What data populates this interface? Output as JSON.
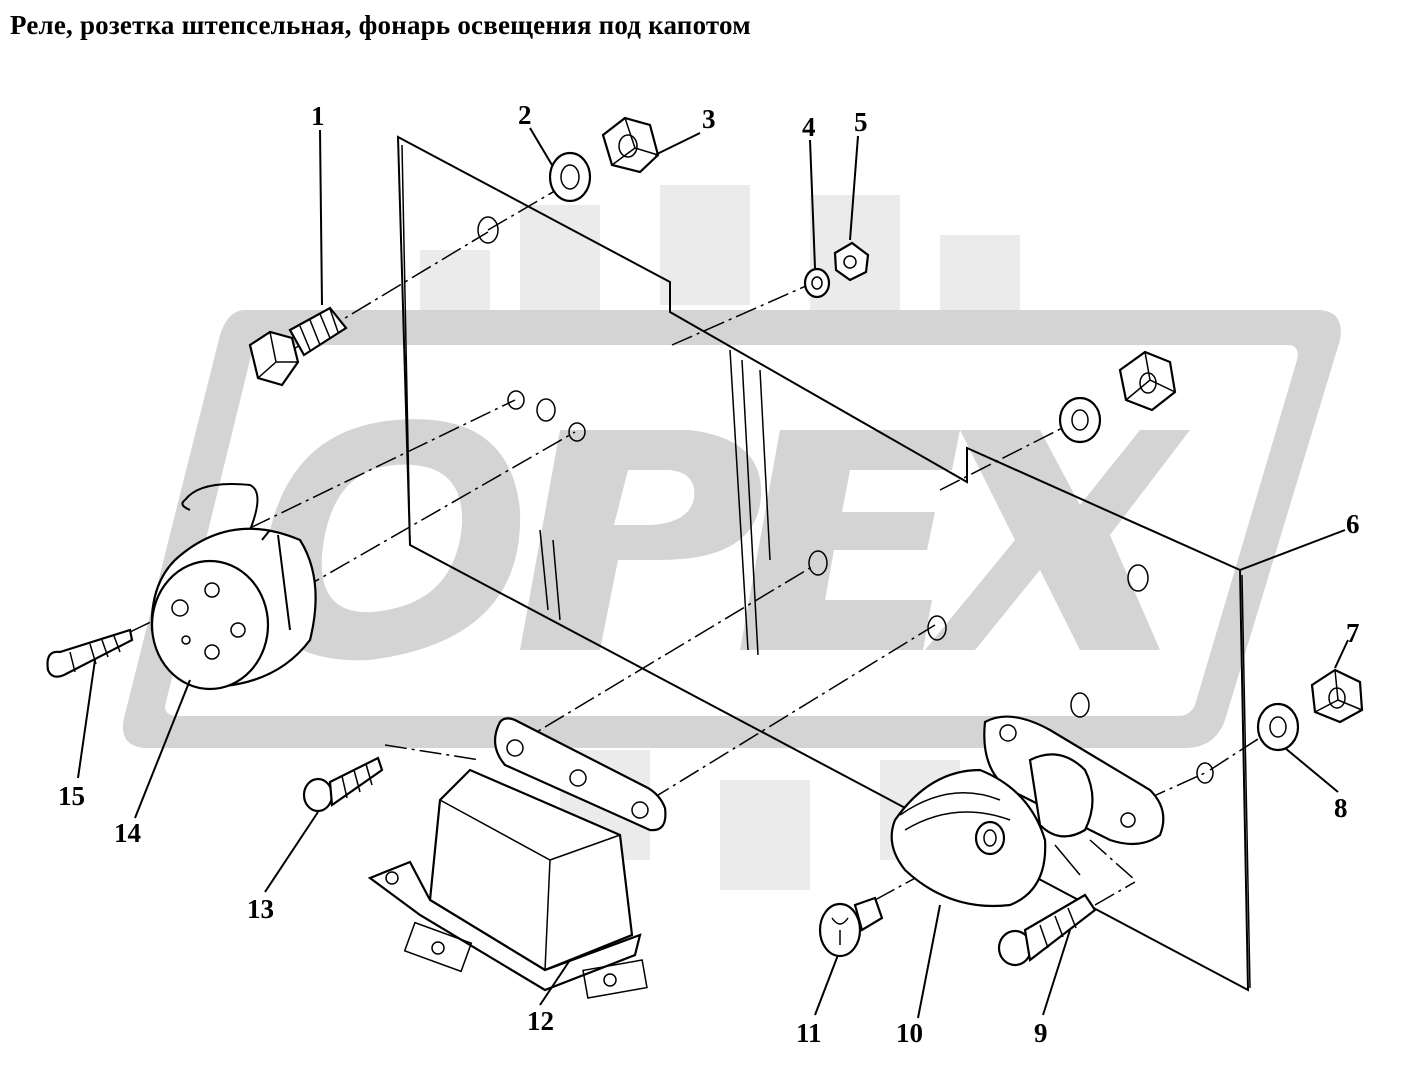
{
  "title": "Реле, розетка штепсельная, фонарь освещения под капотом",
  "watermark": {
    "text": "OPEX",
    "color": "#d4d4d4"
  },
  "callouts": [
    {
      "id": "1",
      "label": "1"
    },
    {
      "id": "2",
      "label": "2"
    },
    {
      "id": "3",
      "label": "3"
    },
    {
      "id": "4",
      "label": "4"
    },
    {
      "id": "5",
      "label": "5"
    },
    {
      "id": "6",
      "label": "6"
    },
    {
      "id": "7",
      "label": "7"
    },
    {
      "id": "8",
      "label": "8"
    },
    {
      "id": "9",
      "label": "9"
    },
    {
      "id": "10",
      "label": "10"
    },
    {
      "id": "11",
      "label": "11"
    },
    {
      "id": "12",
      "label": "12"
    },
    {
      "id": "13",
      "label": "13"
    },
    {
      "id": "14",
      "label": "14"
    },
    {
      "id": "15",
      "label": "15"
    }
  ],
  "parts": {
    "bolt": "bolt-icon",
    "lock_washer": "washer-icon",
    "nut": "nut-icon",
    "mounting_plate": "plate-icon",
    "screw": "screw-icon",
    "lamp": "lamp-icon",
    "bulb": "bulb-icon",
    "relay": "relay-icon",
    "socket": "socket-icon"
  }
}
